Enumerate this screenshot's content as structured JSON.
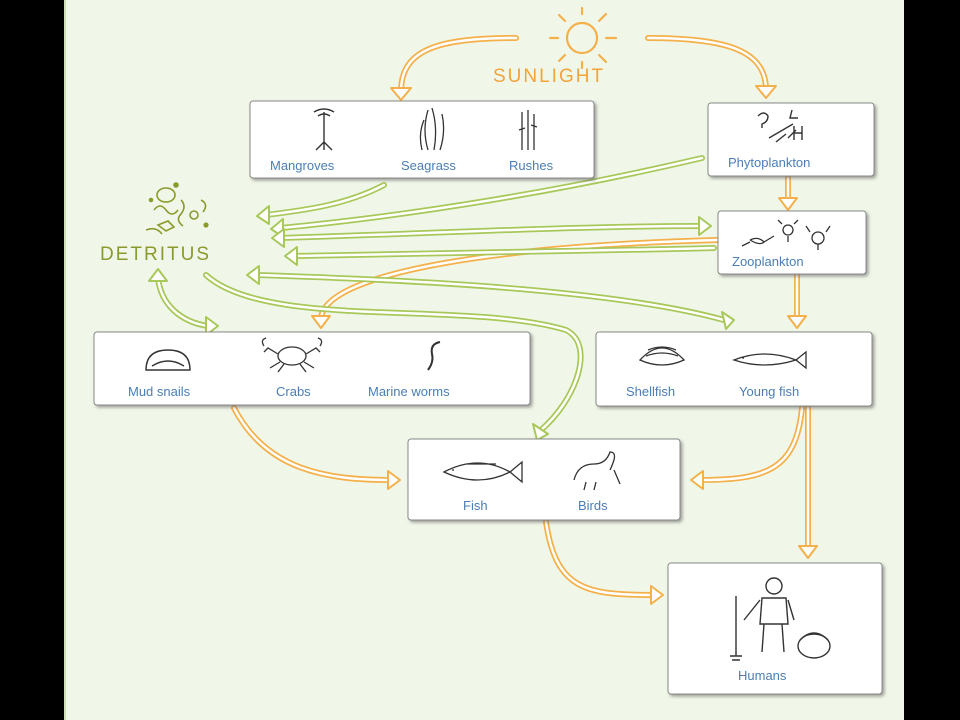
{
  "labels": {
    "sunlight": "SUNLIGHT",
    "detritus": "DETRITUS"
  },
  "nodes": {
    "plants": {
      "items": [
        "Mangroves",
        "Seagrass",
        "Rushes"
      ]
    },
    "phytoplankton": {
      "label": "Phytoplankton"
    },
    "zooplankton": {
      "label": "Zooplankton"
    },
    "benthic": {
      "items": [
        "Mud snails",
        "Crabs",
        "Marine worms"
      ]
    },
    "secondary": {
      "items": [
        "Shellfish",
        "Young fish"
      ]
    },
    "predators": {
      "items": [
        "Fish",
        "Birds"
      ]
    },
    "humans": {
      "label": "Humans"
    }
  },
  "colors": {
    "orange_arrow": "#f4b04a",
    "green_arrow": "#a8c85a",
    "label_text": "#4a7eb5",
    "sunlight_text": "#f2a33a",
    "detritus_text": "#8b9a2c",
    "background": "#f1f7e8"
  }
}
